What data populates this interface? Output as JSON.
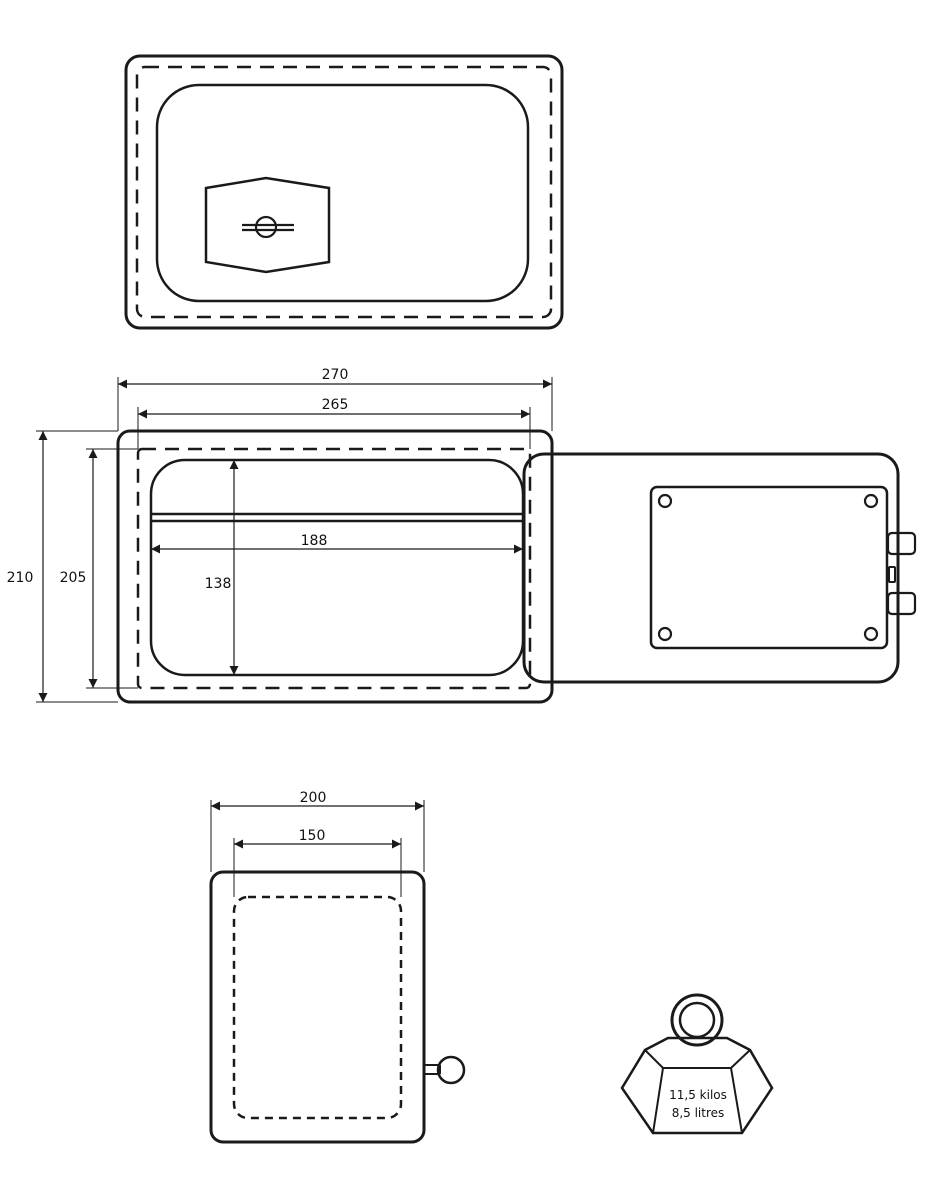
{
  "dimensions": {
    "outer_width": "270",
    "inner_width": "265",
    "outer_height": "210",
    "inner_height": "205",
    "interior_width": "188",
    "interior_height": "138",
    "depth_outer": "200",
    "depth_inner": "150"
  },
  "weight_badge": {
    "weight": "11,5 kilos",
    "volume": "8,5 litres"
  },
  "colors": {
    "stroke": "#1a1a1a",
    "background": "#ffffff"
  },
  "icons": {
    "keyhole": "keyhole-icon",
    "knob": "knob-icon",
    "weight": "weight-icon"
  }
}
